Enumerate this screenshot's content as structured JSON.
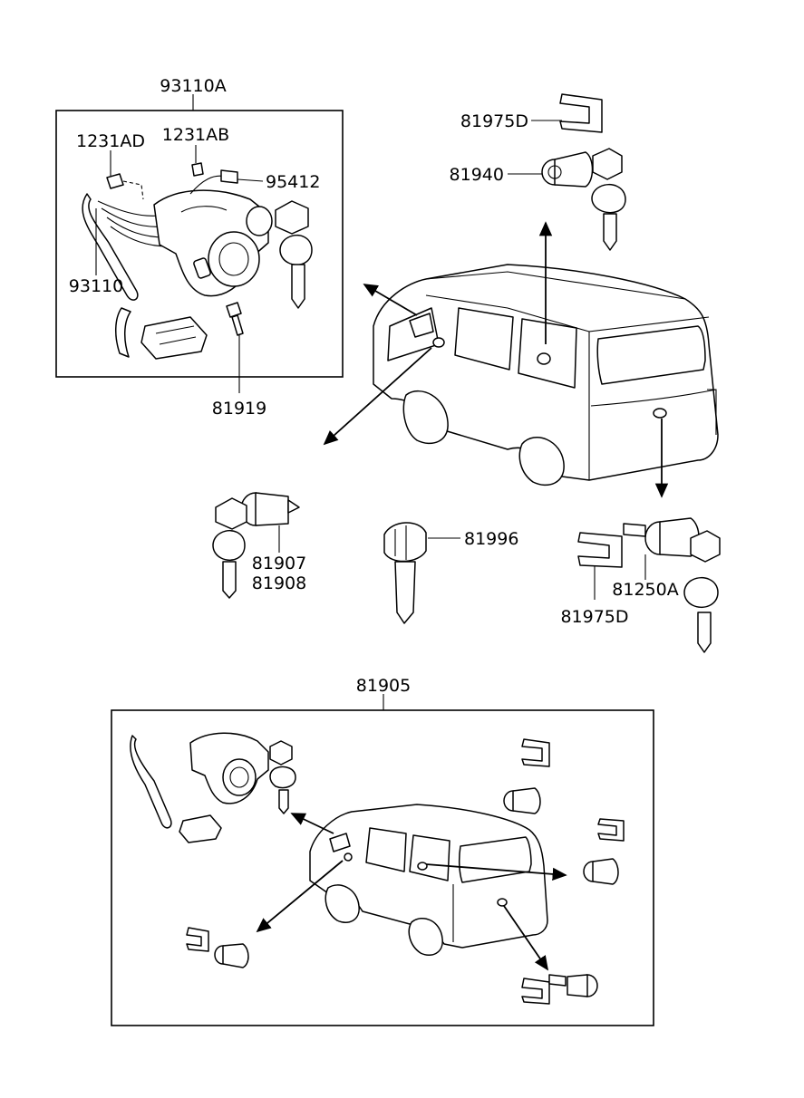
{
  "labels": {
    "assy_ignition": "93110A",
    "screw_ad": "1231AD",
    "screw_ab": "1231AB",
    "connector": "95412",
    "harness": "93110",
    "bolt": "81919",
    "clip_top": "81975D",
    "lock_top": "81940",
    "key_set_a": "81907",
    "key_set_b": "81908",
    "blank_key": "81996",
    "rear_lock": "81250A",
    "clip_rear": "81975D",
    "lock_kit": "81905"
  }
}
